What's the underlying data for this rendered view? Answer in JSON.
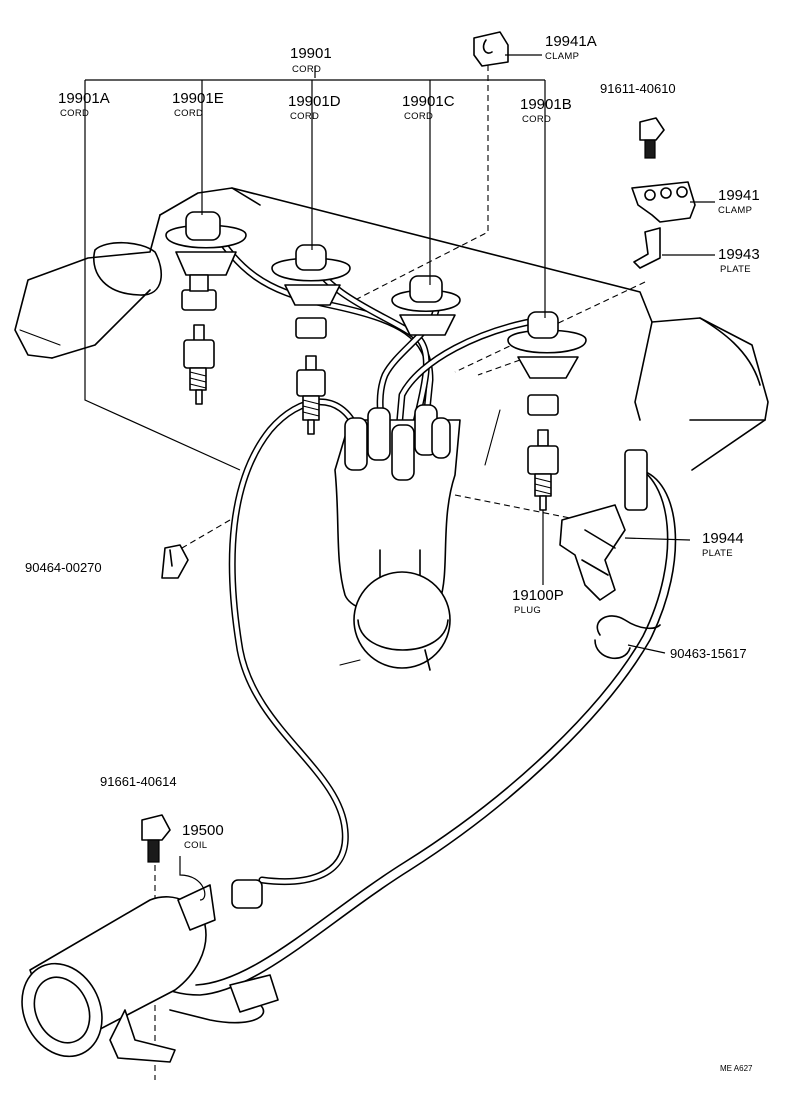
{
  "callouts": {
    "cord_set": {
      "part": "19901",
      "name": "CORD"
    },
    "cord_a": {
      "part": "19901A",
      "name": "CORD"
    },
    "cord_e": {
      "part": "19901E",
      "name": "CORD"
    },
    "cord_d": {
      "part": "19901D",
      "name": "CORD"
    },
    "cord_c": {
      "part": "19901C",
      "name": "CORD"
    },
    "cord_b": {
      "part": "19901B",
      "name": "CORD"
    },
    "clamp_a": {
      "part": "19941A",
      "name": "CLAMP"
    },
    "bolt_top": {
      "part": "91611-40610"
    },
    "clamp": {
      "part": "19941",
      "name": "CLAMP"
    },
    "plate_19943": {
      "part": "19943",
      "name": "PLATE"
    },
    "plate_19944": {
      "part": "19944",
      "name": "PLATE"
    },
    "clip_left": {
      "part": "90464-00270"
    },
    "plug": {
      "part": "19100P",
      "name": "PLUG"
    },
    "clamp_right": {
      "part": "90463-15617"
    },
    "bolt_coil": {
      "part": "91661-40614"
    },
    "coil": {
      "part": "19500",
      "name": "COIL"
    }
  },
  "figure_code": "ME A627"
}
